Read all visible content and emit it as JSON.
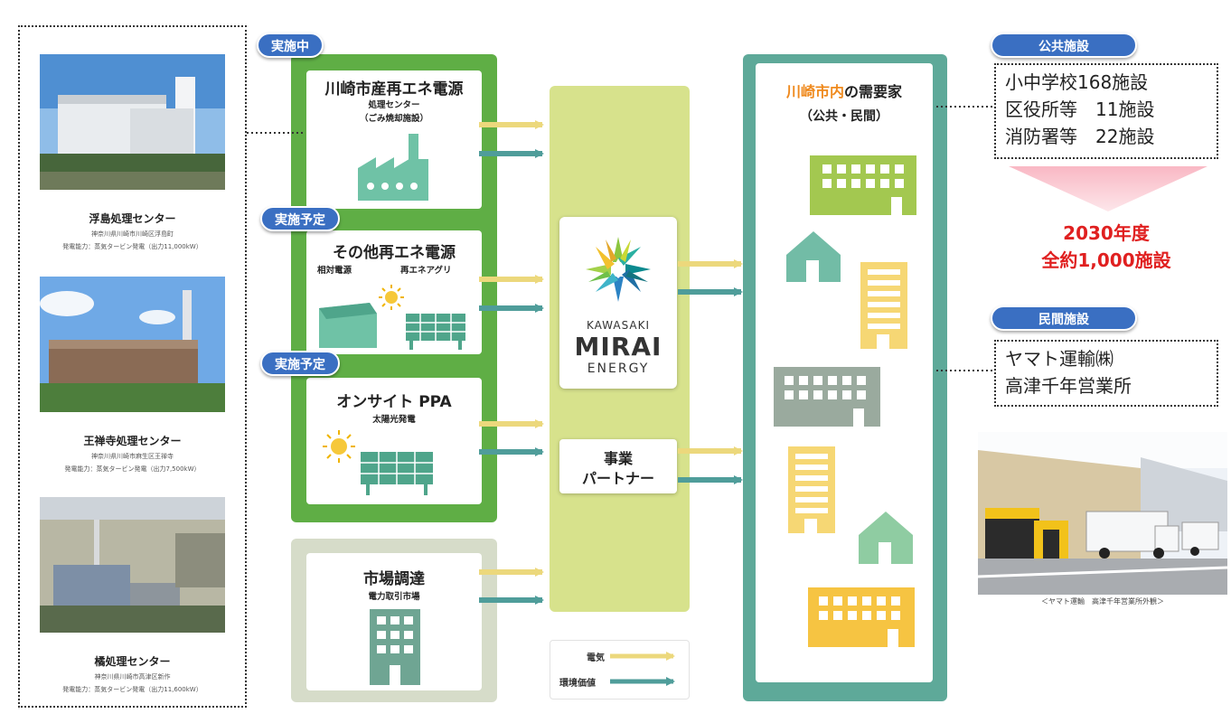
{
  "plants": [
    {
      "name": "浮島処理センター",
      "address": "神奈川県川崎市川崎区浮島町",
      "capacity": "発電能力：蒸気タービン発電（出力11,000kW）"
    },
    {
      "name": "王禅寺処理センター",
      "address": "神奈川県川崎市麻生区王禅寺",
      "capacity": "発電能力：蒸気タービン発電（出力7,500kW）"
    },
    {
      "name": "橘処理センター",
      "address": "神奈川県川崎市高津区新作",
      "capacity": "発電能力：蒸気タービン発電（出力11,600kW）"
    }
  ],
  "status": {
    "active": "実施中",
    "planned_1": "実施予定",
    "planned_2": "実施予定"
  },
  "sources": {
    "city": {
      "title": "川崎市産再エネ電源",
      "sub1": "処理センター",
      "sub2": "（ごみ焼却施設）"
    },
    "other": {
      "title": "その他再エネ電源",
      "sub_left": "相対電源",
      "sub_right": "再エネアグリ"
    },
    "onsite": {
      "title": "オンサイト PPA",
      "sub": "太陽光発電"
    },
    "market": {
      "title": "市場調達",
      "sub": "電力取引市場"
    }
  },
  "center": {
    "logo_line1": "KAWASAKI",
    "logo_line2": "MIRAI",
    "logo_line3": "ENERGY",
    "partner_line1": "事業",
    "partner_line2": "パートナー"
  },
  "legend": {
    "electricity": "電気",
    "env_value": "環境価値"
  },
  "demand": {
    "title_highlight": "川崎市内",
    "title_rest": "の需要家",
    "subtitle": "（公共・民間）"
  },
  "public": {
    "label": "公共施設",
    "lines": [
      "小中学校168施設",
      "区役所等　11施設",
      "消防署等　22施設"
    ]
  },
  "goal": {
    "line1": "2030年度",
    "line2": "全約1,000施設"
  },
  "private": {
    "label": "民間施設",
    "lines": [
      "ヤマト運輸㈱",
      "高津千年営業所"
    ],
    "caption": "＜ヤマト運輸　高津千年営業所外観＞"
  },
  "colors": {
    "electricity_arrow": "#ecd87c",
    "env_arrow": "#4f9d9a",
    "source_green": "#5fae45",
    "band_yellowgreen": "#d7e28c",
    "demand_teal": "#5ea999",
    "pill_blue": "#3a6fc2",
    "goal_red": "#e02020",
    "highlight_orange": "#ef8a1e"
  }
}
